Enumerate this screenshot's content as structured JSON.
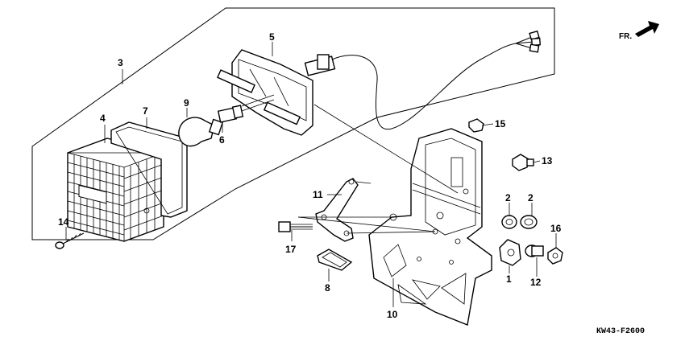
{
  "diagram": {
    "direction_label": "FR.",
    "code": "KW43-F2600",
    "callouts": [
      "1",
      "2",
      "2",
      "3",
      "4",
      "5",
      "6",
      "7",
      "8",
      "9",
      "10",
      "11",
      "12",
      "13",
      "14",
      "15",
      "16",
      "17"
    ]
  }
}
